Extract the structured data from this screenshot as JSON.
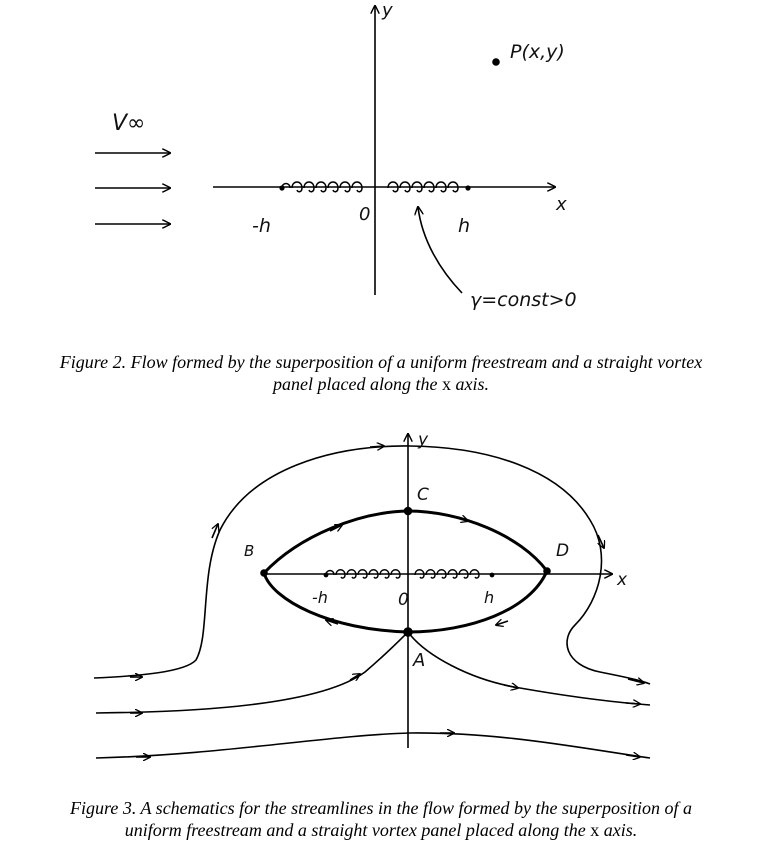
{
  "figure2": {
    "axis_y": "y",
    "axis_x": "x",
    "point_label": "P(x,y)",
    "freestream_label": "V∞",
    "left_end": "-h",
    "origin": "0",
    "right_end": "h",
    "gamma_label": "γ=const>0",
    "caption_line1": "Figure 2. Flow formed by the superposition of a uniform freestream and a straight vortex",
    "caption_line2_pre": "panel placed along the",
    "caption_var": "x",
    "caption_line2_post": "axis."
  },
  "figure3": {
    "axis_y": "y",
    "axis_x": "x",
    "point_a": "A",
    "point_b": "B",
    "point_c": "C",
    "point_d": "D",
    "left_end": "-h",
    "origin": "0",
    "right_end": "h",
    "caption_line1": "Figure 3. A schematics for the streamlines in the flow formed by the superposition of a",
    "caption_line2_pre": "uniform freestream and a straight vortex panel placed along the",
    "caption_var": "x",
    "caption_line2_post": "axis."
  }
}
